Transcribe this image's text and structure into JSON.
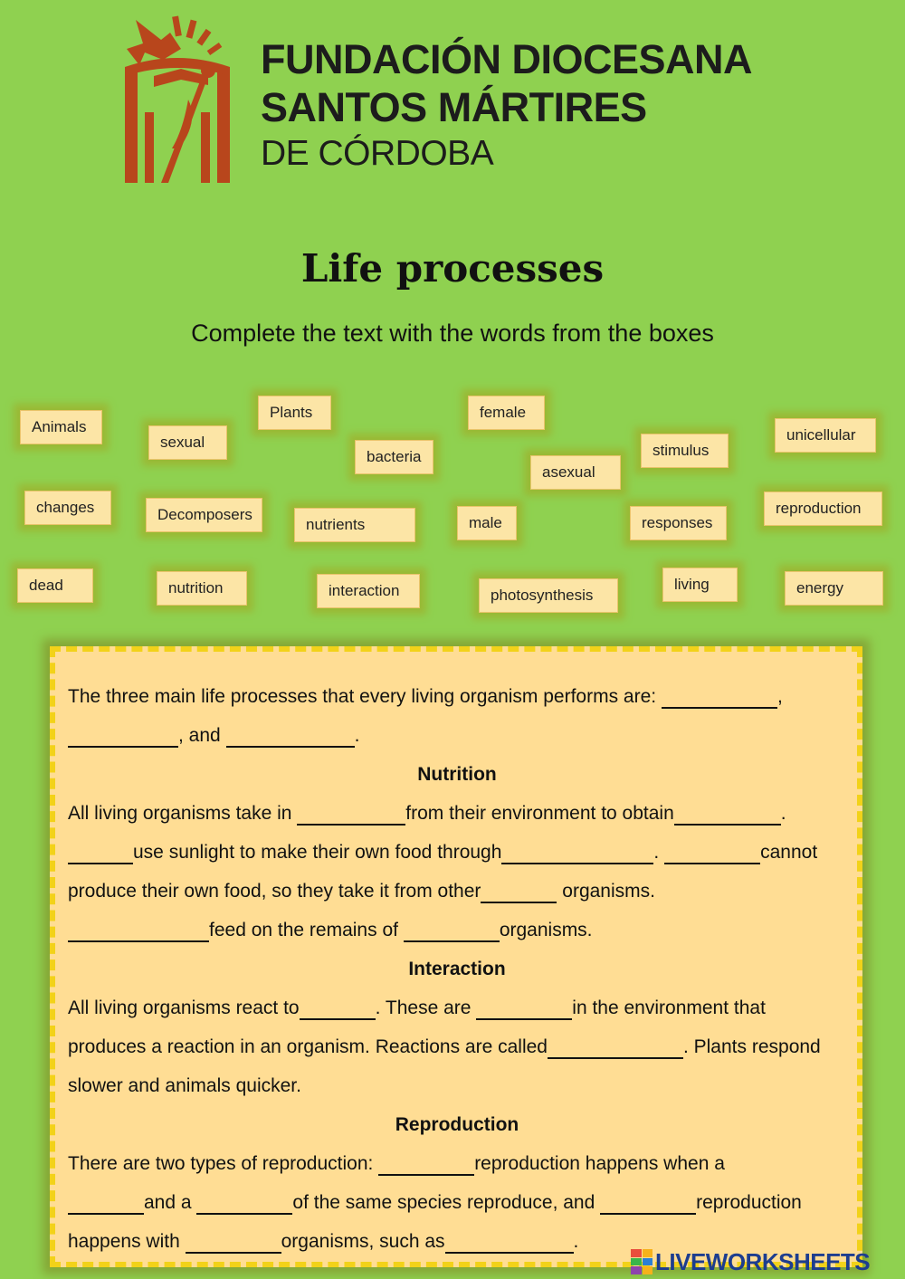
{
  "header": {
    "org_line1": "FUNDACIÓN DIOCESANA",
    "org_line2": "SANTOS MÁRTIRES",
    "org_line3": "DE CÓRDOBA"
  },
  "title": "Life processes",
  "subtitle": "Complete the text with the words from the boxes",
  "word_bank": [
    "Animals",
    "sexual",
    "Plants",
    "bacteria",
    "female",
    "asexual",
    "stimulus",
    "unicellular",
    "changes",
    "Decomposers",
    "nutrients",
    "male",
    "responses",
    "reproduction",
    "dead",
    "nutrition",
    "interaction",
    "photosynthesis",
    "living",
    "energy"
  ],
  "text": {
    "l1": "The three main life processes that every living organism performs are:",
    "l1_end": ",",
    "l2_mid": ", and",
    "l2_end": ".",
    "nutrition_heading": "Nutrition",
    "n1_a": "All living organisms take in",
    "n1_b": "from their environment to obtain",
    "n1_end": ".",
    "n2_a": "use sunlight to make their own food through",
    "n2_b": ".",
    "n2_c": "cannot",
    "n3_a": "produce their own food, so they take it from other",
    "n3_b": "organisms.",
    "n4_a": "feed on the remains of",
    "n4_b": "organisms.",
    "interaction_heading": "Interaction",
    "i1_a": "All living organisms react to",
    "i1_b": ". These are",
    "i1_c": "in the environment that",
    "i2_a": "produces a reaction in an organism. Reactions are called",
    "i2_b": ". Plants respond",
    "i3": "slower and animals quicker.",
    "reproduction_heading": "Reproduction",
    "r1_a": "There are two types of reproduction:",
    "r1_b": "reproduction happens when a",
    "r2_a": "and a",
    "r2_b": "of the same species reproduce, and",
    "r2_c": "reproduction",
    "r3_a": "happens with",
    "r3_b": "organisms, such as",
    "r3_end": "."
  },
  "footer": {
    "brand": "LIVEWORKSHEETS"
  },
  "colors": {
    "background": "#8fd150",
    "word_box": "#fce5a6",
    "text_panel": "#ffdd94",
    "panel_border": "#f2d219",
    "logo_red": "#b8461c",
    "brand_blue": "#1d3d8f"
  }
}
